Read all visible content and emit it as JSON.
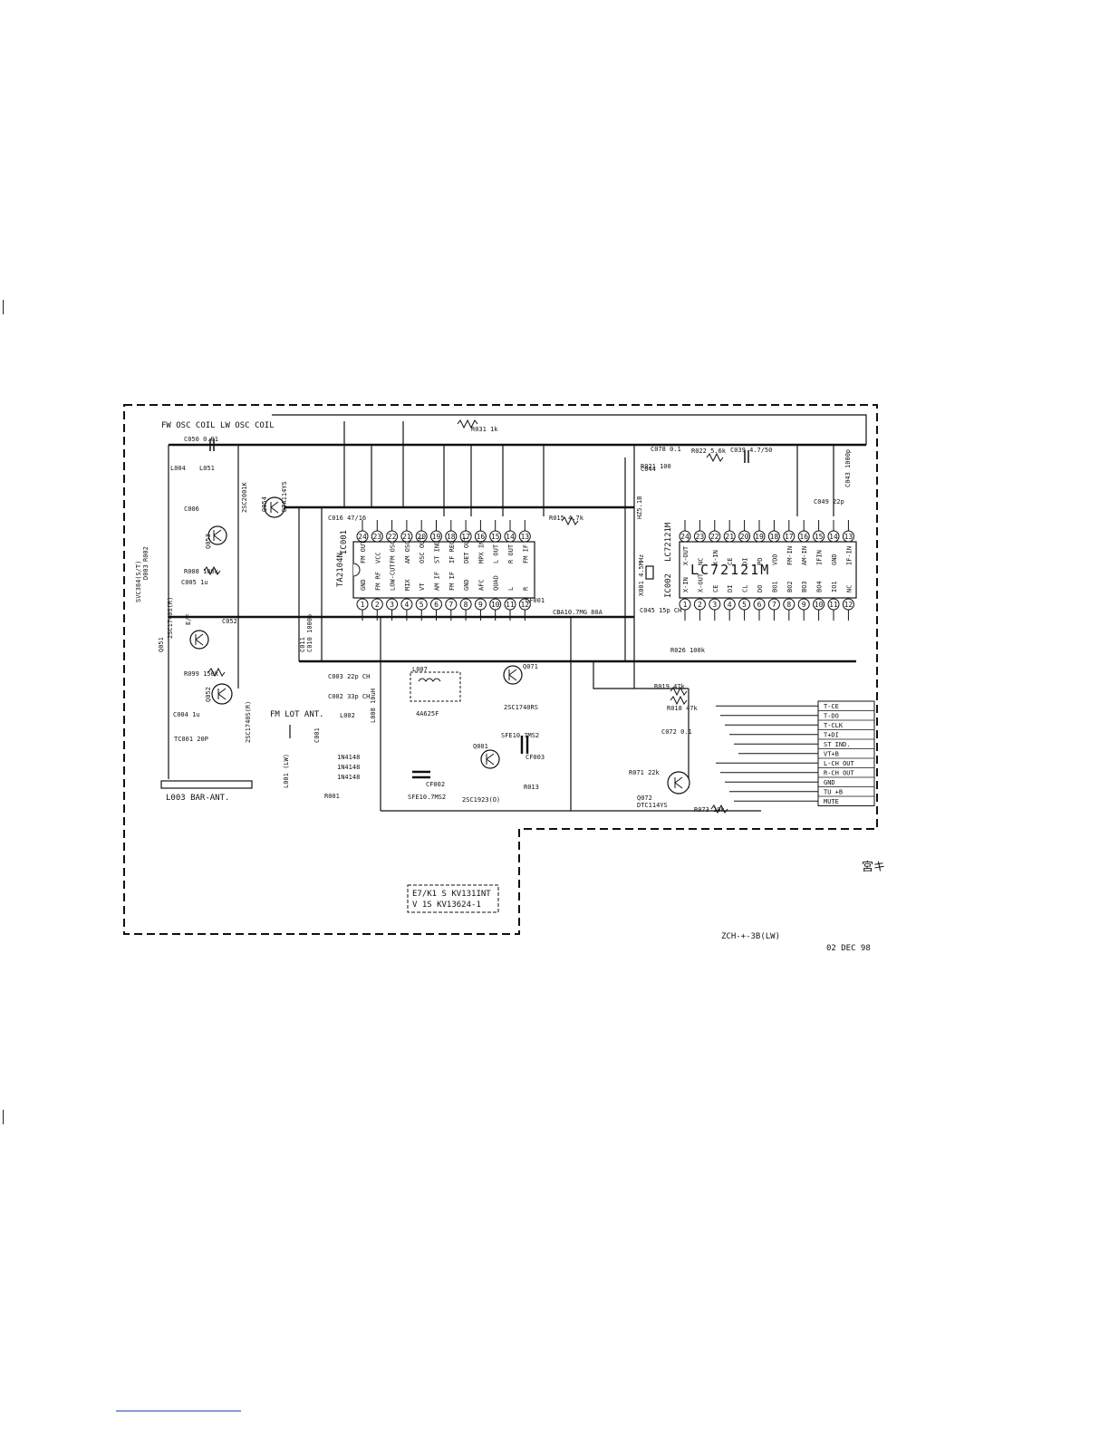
{
  "diagram": {
    "top_labels": {
      "osc_coils": "FW OSC COIL LW OSC COIL"
    },
    "ic_left": {
      "ref": "IC001",
      "part": "TA2104N",
      "top_pins": [
        "24",
        "23",
        "22",
        "21",
        "20",
        "19",
        "18",
        "17",
        "16",
        "15",
        "14",
        "13"
      ],
      "bottom_pins": [
        "1",
        "2",
        "3",
        "4",
        "5",
        "6",
        "7",
        "8",
        "9",
        "10",
        "11",
        "12"
      ],
      "top_pin_names": [
        "FM OUT",
        "VCC",
        "FM OSC",
        "AM OSC",
        "OSC OUT",
        "ST IND",
        "IF REQ",
        "DET OUT",
        "MPX IN",
        "L OUT",
        "R OUT",
        "FM IF"
      ],
      "bottom_pin_names": [
        "GND",
        "FM RF",
        "LOW-CUT",
        "MIX",
        "VT",
        "AM IF",
        "FM IF",
        "GND",
        "AFC",
        "QUAD",
        "L",
        "R"
      ]
    },
    "ic_right": {
      "ref": "IC002",
      "part": "LC72121M",
      "part_side": "LC72121M",
      "top_pins": [
        "24",
        "23",
        "22",
        "21",
        "20",
        "19",
        "18",
        "17",
        "16",
        "15",
        "14",
        "13"
      ],
      "bottom_pins": [
        "1",
        "2",
        "3",
        "4",
        "5",
        "6",
        "7",
        "8",
        "9",
        "10",
        "11",
        "12"
      ],
      "top_pin_names": [
        "X-OUT",
        "NC",
        "X-IN",
        "CE",
        "DI",
        "PD",
        "VDD",
        "FM-IN",
        "AM-IN",
        "IFIN",
        "GND",
        "IF-IN"
      ],
      "bottom_pin_names": [
        "X-IN",
        "X-OUT",
        "CE",
        "DI",
        "CL",
        "DO",
        "BO1",
        "BO2",
        "BO3",
        "BO4",
        "IO1",
        "NC"
      ]
    },
    "components": {
      "c050": "C050 0.01",
      "c078": "C078 0.1",
      "r022": "R022 5.6k",
      "c039": "C039 4.7/50",
      "r021": "R021 100",
      "r008": "R008 100k",
      "r099": "R099 150k",
      "c005": "C005 1u",
      "c052": "C052",
      "r015": "R015 4.7k",
      "r031": "R031 1k",
      "c016": "C016 47/16",
      "cf001": "CF001",
      "cba": "CBA10.7MG 80A",
      "c072": "C072 0.1",
      "r019": "R019 47k",
      "r018": "R018 47k",
      "r026": "R026 100k",
      "c045": "C045 15p CH",
      "c049": "C049 22p",
      "c043": "C043 1000p",
      "c044": "C044",
      "x001": "X001 4.5MHz",
      "hz": "HZ5.1B",
      "q001": "Q001",
      "q001_part": "2SC1923(O)",
      "q051": "Q051",
      "q051_part": "2SC1740S(R)",
      "q052": "Q052",
      "q052_part": "2SC1740S(R)",
      "q053": "Q053",
      "q053_part": "2SC2001K",
      "q054": "Q054",
      "q054_part": "DTA114YS",
      "q071": "Q071",
      "q071_part": "2SC1740RS",
      "q072": "Q072",
      "q072_part": "DTC114YS",
      "cf002": "CF002",
      "cf002_part": "SFE10.7MS2",
      "cf003": "CF003",
      "cf003_part": "SFE10.7MS2",
      "l007": "L007",
      "l007_part": "4A625F",
      "l003": "L003 BAR-ANT.",
      "l001": "L001 (LW)",
      "l008": "L008 10uH",
      "l004": "L004",
      "l051": "L051",
      "fm_ant": "FM LOT ANT.",
      "svc": "SVC384(S/T)",
      "d003": "D003",
      "ef": "E/F",
      "diodes": [
        "1N4148",
        "1N4148",
        "1N4148"
      ],
      "r013": "R013",
      "r073": "R073 10k",
      "r071": "R071 22k",
      "r001": "R001",
      "r002": "R002",
      "c003": "C003 22p CH",
      "c002": "C002 33p CH",
      "c001": "C001",
      "l002": "L002",
      "c010": "C010 1000p",
      "c011": "C011",
      "c004": "C004 1u",
      "c006": "C006",
      "tc001": "TC001 20P"
    },
    "connector": [
      "T-CE",
      "T-DO",
      "T-CLK",
      "T+DI",
      "ST IND.",
      "VT+B",
      "L-CH OUT",
      "R-CH OUT",
      "GND",
      "TU +B",
      "MUTE"
    ],
    "model_table": {
      "row1": "E7/K1 S   KV131INT",
      "row2": "V    1S   KV13624-1"
    },
    "drawing_no": "ZCH-+-3B(LW)",
    "date": "02  DEC  98",
    "stamp": "宮キ"
  }
}
